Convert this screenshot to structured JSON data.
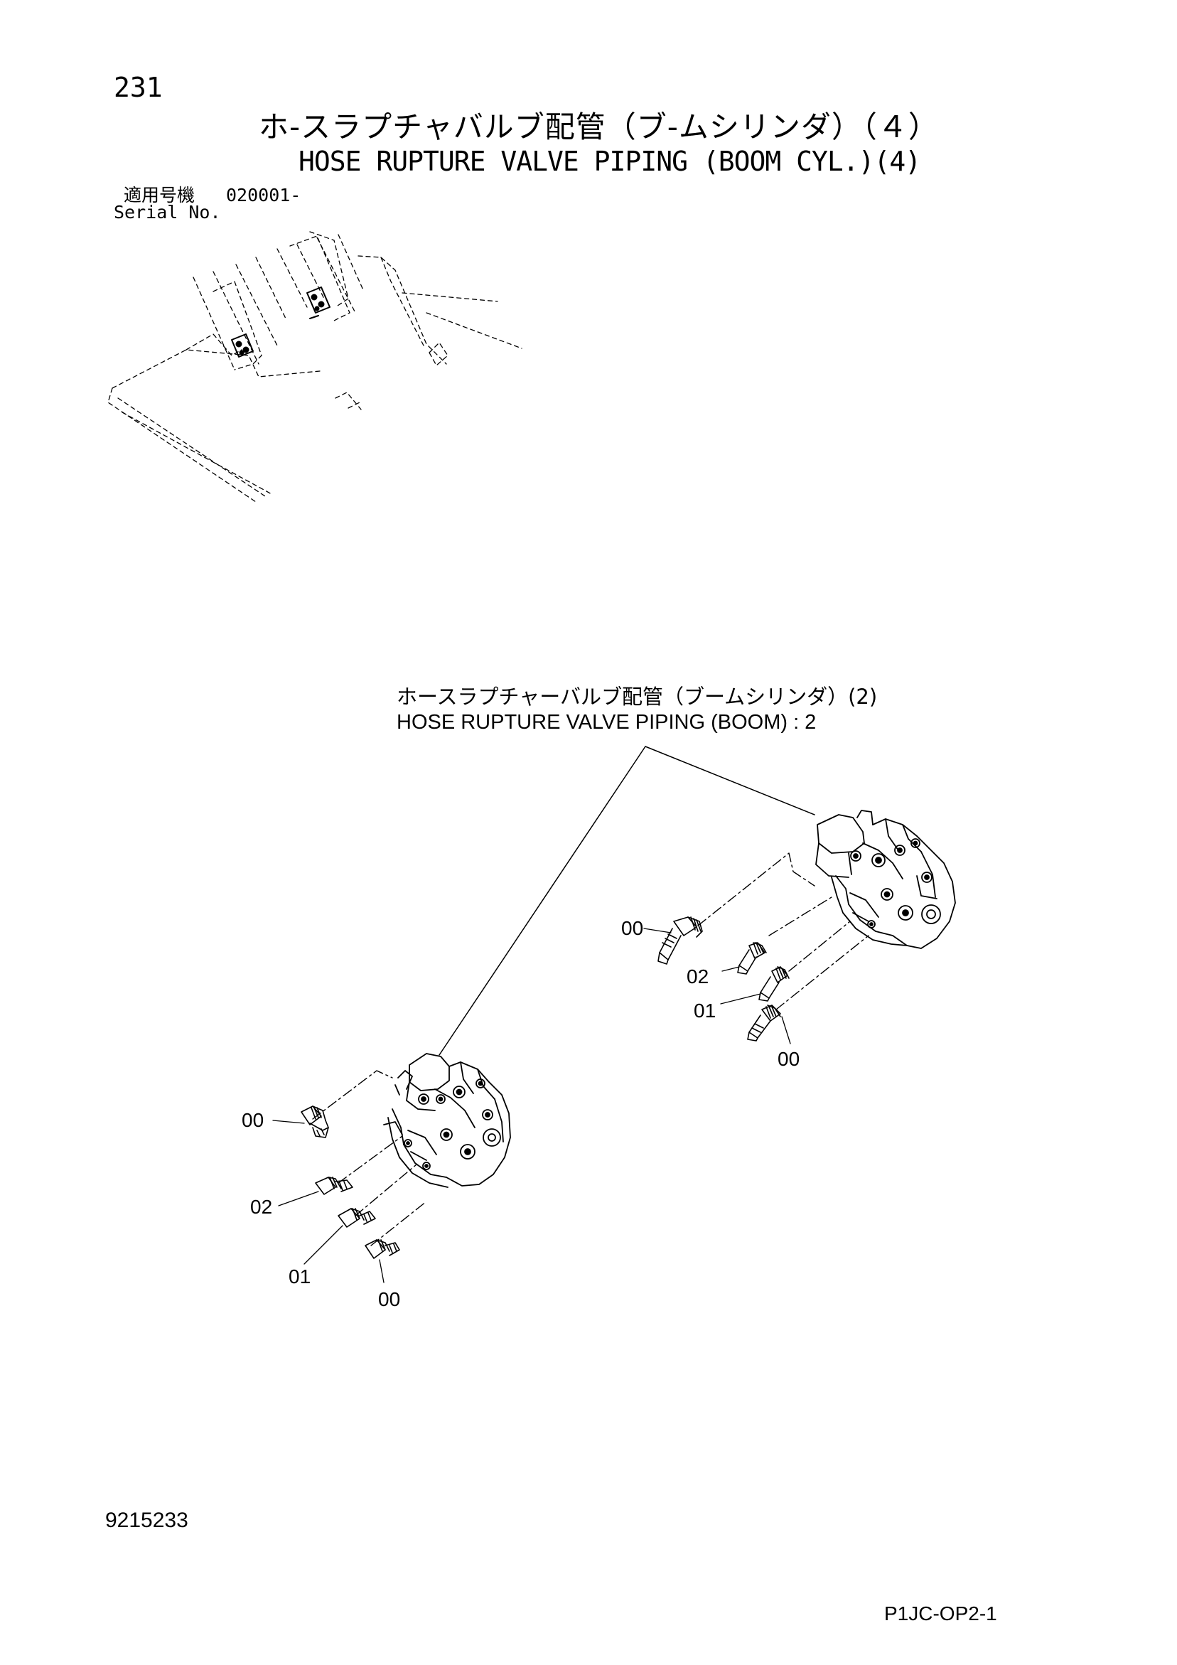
{
  "page": {
    "number": "231",
    "doc_number": "9215233",
    "page_code": "P1JC-OP2-1"
  },
  "title": {
    "jp": "ホ-スラプチャバルブ配管（ブ-ムシリンダ）（４）",
    "en": "HOSE RUPTURE VALVE PIPING (BOOM CYL.)(4)"
  },
  "serial": {
    "label_jp": "適用号機",
    "value": "020001-",
    "label_en": "Serial No."
  },
  "callout": {
    "jp": "ホースラプチャーバルブ配管（ブームシリンダ）(2)",
    "en": "HOSE RUPTURE VALVE PIPING (BOOM) : 2"
  },
  "part_labels": {
    "right": [
      "00",
      "02",
      "01",
      "00"
    ],
    "left": [
      "00",
      "02",
      "01",
      "00"
    ]
  },
  "colors": {
    "ink": "#000000",
    "paper": "#ffffff"
  }
}
